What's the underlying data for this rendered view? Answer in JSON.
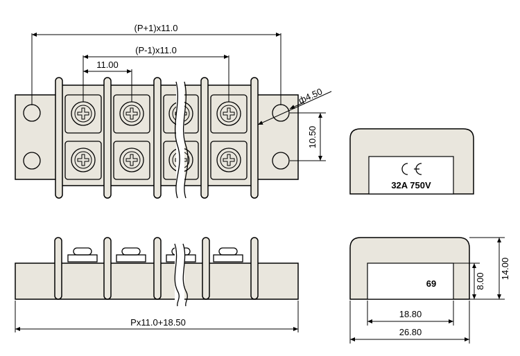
{
  "dimensions": {
    "top_overall": "(P+1)x11.0",
    "top_inner": "(P-1)x11.0",
    "pitch": "11.00",
    "hole_dia": "ф4.50",
    "row_spacing": "10.50",
    "bottom_overall": "Px11.0+18.50",
    "side_height": "14.00",
    "side_inner_height": "8.00",
    "side_inner_width": "18.80",
    "side_width": "26.80"
  },
  "labels": {
    "ce_mark": "CE",
    "rating": "32A 750V",
    "part_code": "69"
  },
  "colors": {
    "body": "#e9e6dd",
    "line": "#000000"
  }
}
